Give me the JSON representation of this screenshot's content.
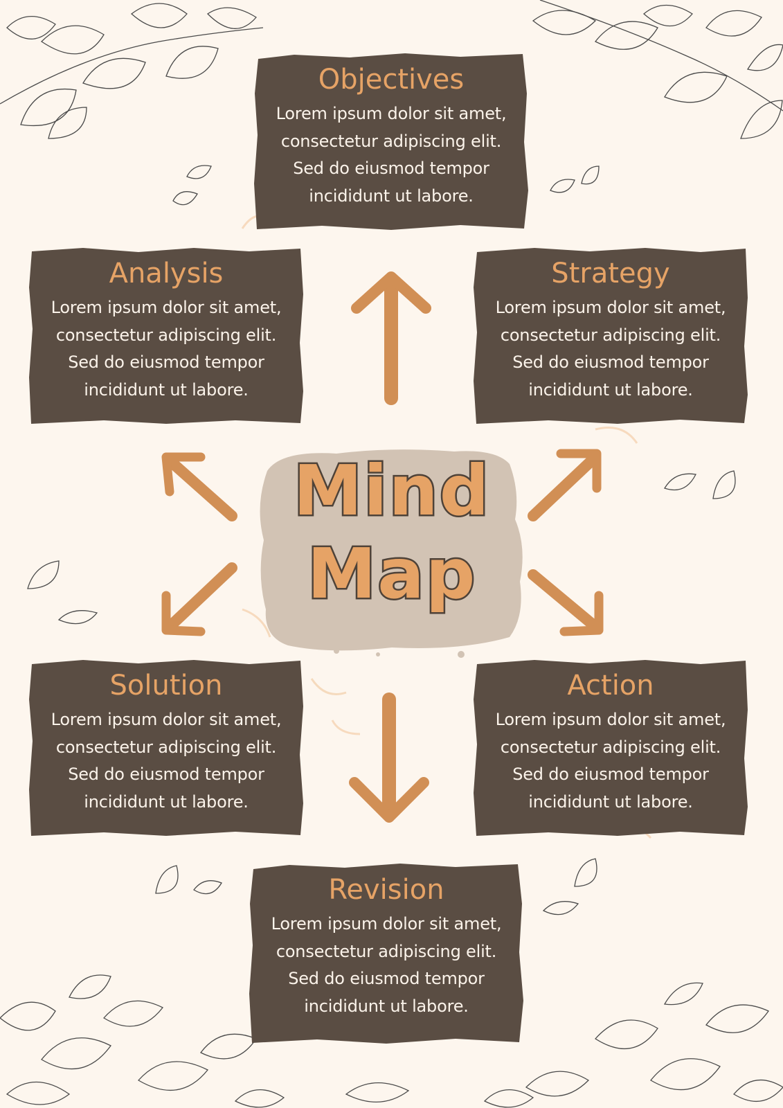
{
  "center": {
    "line1": "Mind",
    "line2": "Map"
  },
  "nodes": {
    "objectives": {
      "title": "Objectives",
      "lines": [
        "Lorem ipsum dolor sit amet,",
        "consectetur adipiscing elit.",
        "Sed do eiusmod tempor",
        "incididunt ut labore."
      ]
    },
    "analysis": {
      "title": "Analysis",
      "lines": [
        "Lorem ipsum dolor sit amet,",
        "consectetur adipiscing elit.",
        "Sed do eiusmod tempor",
        "incididunt ut labore."
      ]
    },
    "strategy": {
      "title": "Strategy",
      "lines": [
        "Lorem ipsum dolor sit amet,",
        "consectetur adipiscing elit.",
        "Sed do eiusmod tempor",
        "incididunt ut labore."
      ]
    },
    "solution": {
      "title": "Solution",
      "lines": [
        "Lorem ipsum dolor sit amet,",
        "consectetur adipiscing elit.",
        "Sed do eiusmod tempor",
        "incididunt ut labore."
      ]
    },
    "action": {
      "title": "Action",
      "lines": [
        "Lorem ipsum dolor sit amet,",
        "consectetur adipiscing elit.",
        "Sed do eiusmod tempor",
        "incididunt ut labore."
      ]
    },
    "revision": {
      "title": "Revision",
      "lines": [
        "Lorem ipsum dolor sit amet,",
        "consectetur adipiscing elit.",
        "Sed do eiusmod tempor",
        "incididunt ut labore."
      ]
    }
  },
  "colors": {
    "background": "#fdf6ee",
    "card": "#5a4d43",
    "accent": "#e6a366",
    "center_blob": "#d2c3b4",
    "arrow": "#d18f55"
  },
  "icons": [
    "leaf-branch-icon",
    "small-leaf-icon",
    "arrow-icon"
  ]
}
